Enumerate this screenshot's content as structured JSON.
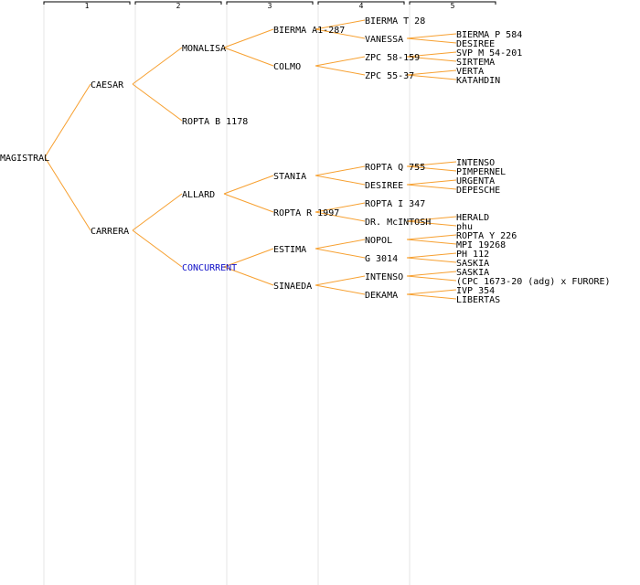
{
  "generations": [
    "1",
    "2",
    "3",
    "4",
    "5"
  ],
  "colors": {
    "edge": "#f7a030",
    "text": "#000000",
    "highlight": "#1010c8",
    "divider": "#e4e4e4",
    "header": "#000000"
  },
  "tree": {
    "name": "MAGISTRAL",
    "children": [
      {
        "name": "CAESAR",
        "children": [
          {
            "name": "MONALISA",
            "children": [
              {
                "name": "BIERMA A1-287",
                "children": [
                  {
                    "name": "BIERMA T 28"
                  },
                  {
                    "name": "VANESSA",
                    "children": [
                      {
                        "name": "BIERMA P 584"
                      },
                      {
                        "name": "DESIREE"
                      }
                    ]
                  }
                ]
              },
              {
                "name": "COLMO",
                "children": [
                  {
                    "name": "ZPC 58-159",
                    "children": [
                      {
                        "name": "SVP M 54-201"
                      },
                      {
                        "name": "SIRTEMA"
                      }
                    ]
                  },
                  {
                    "name": "ZPC 55-37",
                    "children": [
                      {
                        "name": "VERTA"
                      },
                      {
                        "name": "KATAHDIN"
                      }
                    ]
                  }
                ]
              }
            ]
          },
          {
            "name": "ROPTA B 1178"
          }
        ]
      },
      {
        "name": "CARRERA",
        "children": [
          {
            "name": "ALLARD",
            "children": [
              {
                "name": "STANIA",
                "children": [
                  {
                    "name": "ROPTA Q 755",
                    "children": [
                      {
                        "name": "INTENSO"
                      },
                      {
                        "name": "PIMPERNEL"
                      }
                    ]
                  },
                  {
                    "name": "DESIREE",
                    "children": [
                      {
                        "name": "URGENTA"
                      },
                      {
                        "name": "DEPESCHE"
                      }
                    ]
                  }
                ]
              },
              {
                "name": "ROPTA R 1997",
                "children": [
                  {
                    "name": "ROPTA I 347"
                  },
                  {
                    "name": "DR. McINTOSH",
                    "children": [
                      {
                        "name": "HERALD"
                      },
                      {
                        "name": "phu"
                      }
                    ]
                  }
                ]
              }
            ]
          },
          {
            "name": "CONCURRENT",
            "highlight": true,
            "children": [
              {
                "name": "ESTIMA",
                "children": [
                  {
                    "name": "NOPOL",
                    "children": [
                      {
                        "name": "ROPTA Y 226"
                      },
                      {
                        "name": "MPI 19268"
                      }
                    ]
                  },
                  {
                    "name": "G 3014",
                    "children": [
                      {
                        "name": "PH 112"
                      },
                      {
                        "name": "SASKIA"
                      }
                    ]
                  }
                ]
              },
              {
                "name": "SINAEDA",
                "children": [
                  {
                    "name": "INTENSO",
                    "children": [
                      {
                        "name": "SASKIA"
                      },
                      {
                        "name": "(CPC 1673-20 (adg) x FURORE)"
                      }
                    ]
                  },
                  {
                    "name": "DEKAMA",
                    "children": [
                      {
                        "name": "IVP 354"
                      },
                      {
                        "name": "LIBERTAS"
                      }
                    ]
                  }
                ]
              }
            ]
          }
        ]
      }
    ]
  }
}
